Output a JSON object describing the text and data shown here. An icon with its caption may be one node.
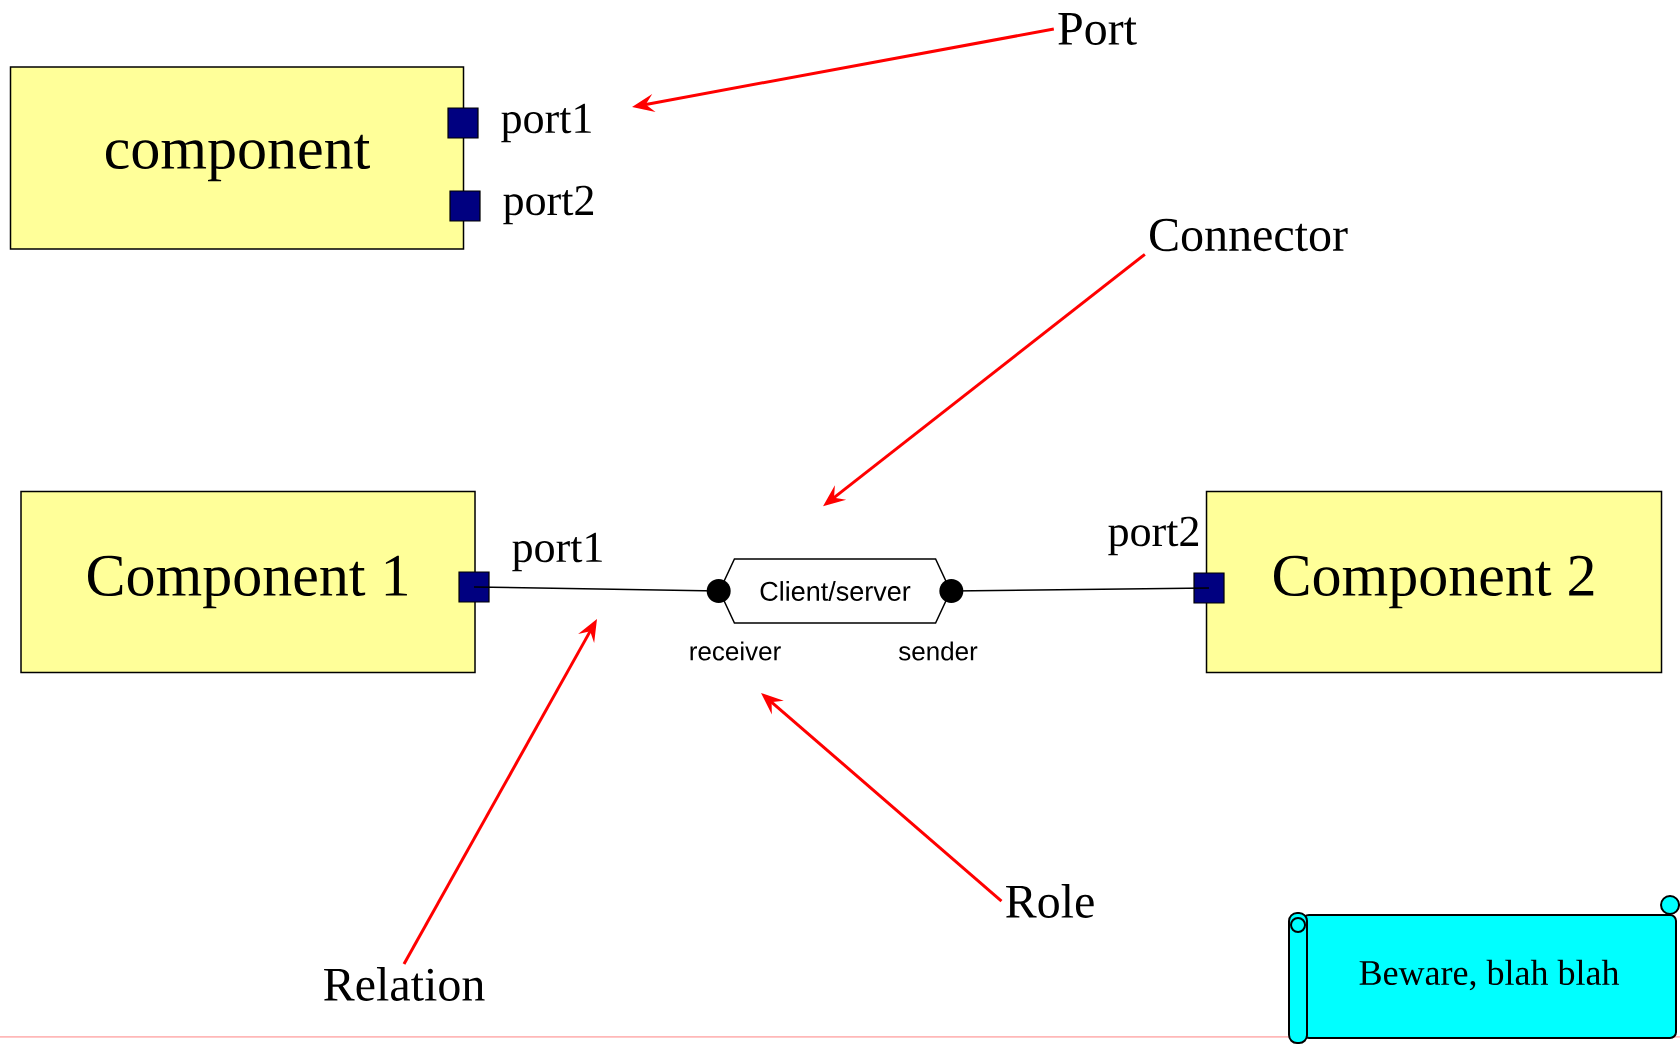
{
  "diagram": {
    "nodes": [
      {
        "text": [
          "component"
        ]
      },
      {
        "text": [],
        "shape": "box"
      },
      {
        "text": [],
        "shape": "box"
      },
      {
        "text": [
          "Component 1"
        ]
      },
      {
        "text": [],
        "shape": "box"
      },
      {
        "text": [
          "Client/server"
        ]
      },
      {
        "text": [
          "Component 2"
        ]
      },
      {
        "text": [],
        "shape": "box"
      },
      {
        "text": [
          "Beware, blah blah"
        ]
      },
      {
        "text": [
          "Port"
        ]
      },
      {
        "text": [
          "Connector"
        ]
      },
      {
        "text": [
          "Relation"
        ]
      },
      {
        "text": [
          "Role"
        ]
      }
    ],
    "edges": [
      {
        "from": 4,
        "to": 5,
        "arrow": "none",
        "color": "#000000"
      },
      {
        "from": 7,
        "to": 5,
        "arrow": "none",
        "color": "#000000"
      },
      {
        "from": 9,
        "to": null,
        "arrow": "to",
        "color": "#ff0000"
      },
      {
        "from": 10,
        "to": 5,
        "arrow": "to",
        "color": "#ff0000"
      },
      {
        "from": 11,
        "to": null,
        "arrow": "to",
        "color": "#ff0000"
      },
      {
        "from": 12,
        "to": null,
        "arrow": "to",
        "color": "#ff0000"
      }
    ],
    "labels": [
      "port1",
      "port2",
      "port1",
      "port2",
      "receiver",
      "sender"
    ]
  }
}
